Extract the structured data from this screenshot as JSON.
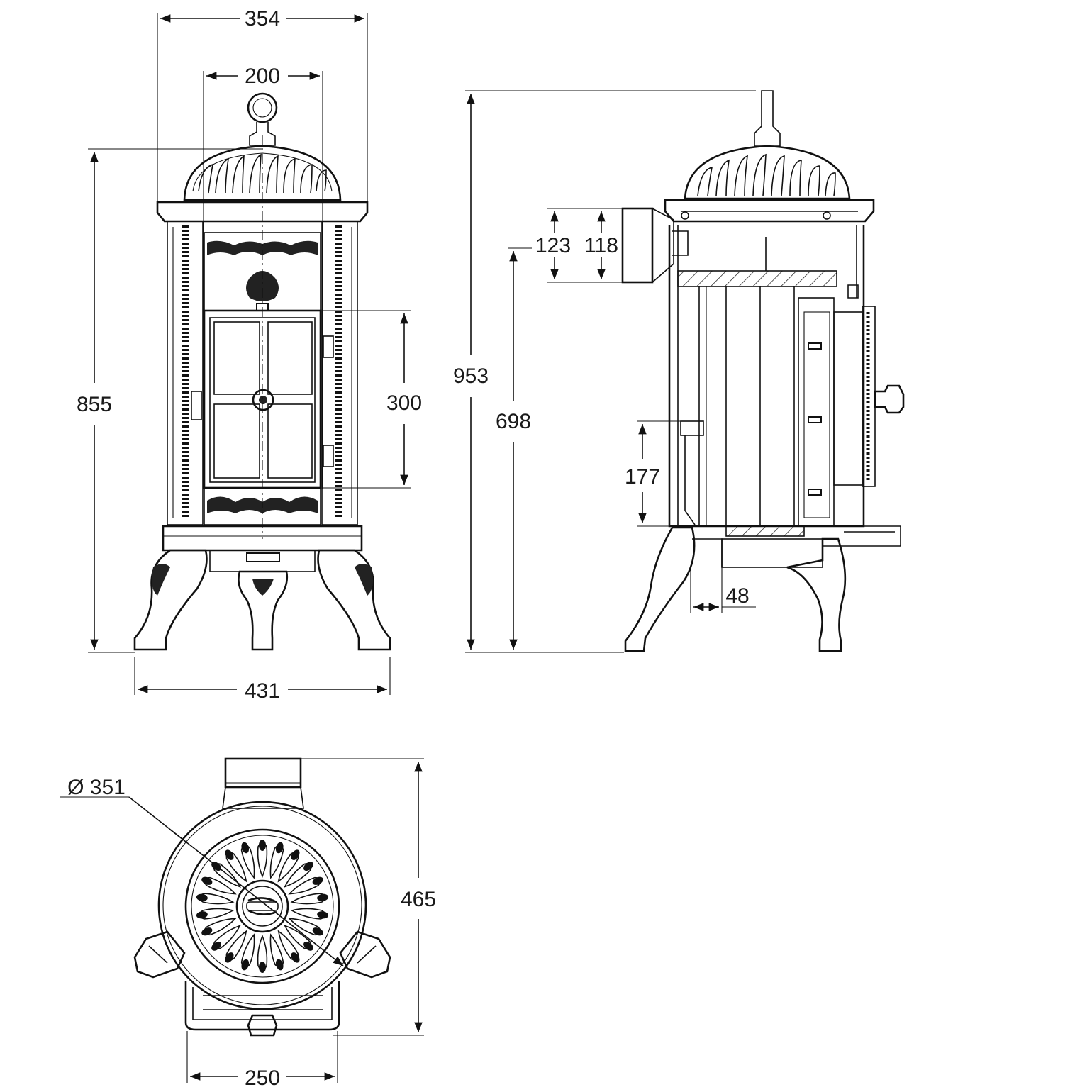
{
  "dimensions": {
    "front_width_top": "354",
    "front_width_door": "200",
    "front_height": "855",
    "front_door_height": "300",
    "front_base_width": "431",
    "side_total_height": "953",
    "side_flue_height": "698",
    "side_flue_outer": "123",
    "side_flue_inner": "118",
    "side_ashpan_height": "177",
    "side_offset": "48",
    "top_diameter": "Ø 351",
    "top_depth": "465",
    "top_flue_width": "250"
  },
  "colors": {
    "line": "#111111",
    "background": "#ffffff"
  }
}
